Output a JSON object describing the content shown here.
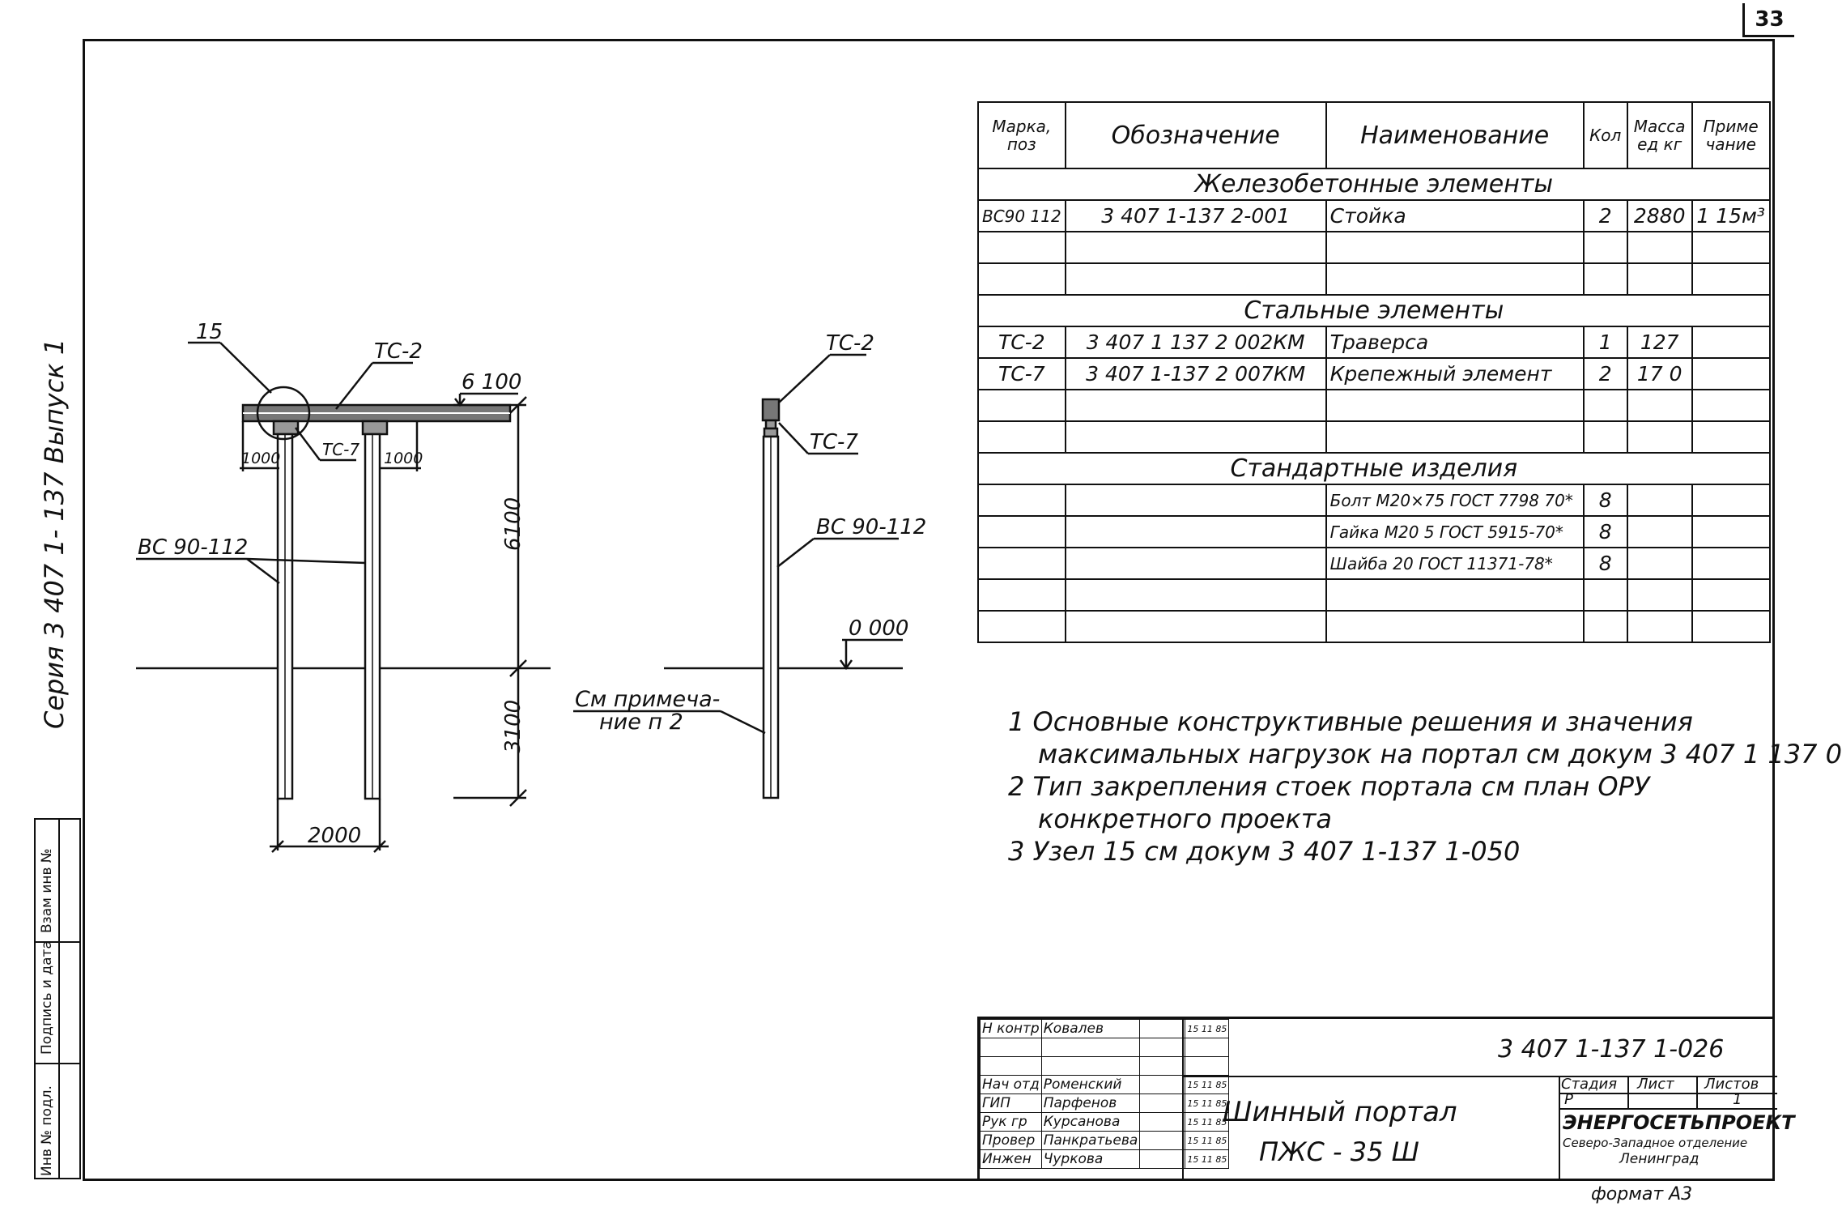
{
  "sheet": {
    "page_number": "33",
    "format": "формат А3"
  },
  "side": {
    "series": "Серия 3 407 1- 137 Выпуск 1",
    "stamp": [
      "Инв № подл.",
      "Подпись и дата",
      "Взам инв №"
    ]
  },
  "drawing": {
    "front": {
      "node": "15",
      "traverse": "ТС-2",
      "fastener": "ТС-7",
      "post": "ВС 90-112",
      "elev_top": "6 100",
      "dim_height": "6100",
      "dim_depth": "3100",
      "dim_span": "2000",
      "dim_left": "1000",
      "dim_right": "1000"
    },
    "side": {
      "traverse": "ТС-2",
      "fastener": "ТС-7",
      "post": "ВС 90-112",
      "elev_ground": "0 000",
      "note_ref_1": "См примеча-",
      "note_ref_2": "ние п 2"
    }
  },
  "table": {
    "headers": {
      "mark": "Марка, поз",
      "designation": "Обозначение",
      "name": "Наименование",
      "qty": "Кол",
      "mass": "Масса ед кг",
      "note": "Приме чание"
    },
    "sections": {
      "rc": "Железобетонные элементы",
      "steel": "Стальные элементы",
      "std": "Стандартные изделия"
    },
    "rc_rows": [
      {
        "mark": "ВС90 112",
        "designation": "3 407 1-137 2-001",
        "name": "Стойка",
        "qty": "2",
        "mass": "2880",
        "note": "1 15м³"
      }
    ],
    "steel_rows": [
      {
        "mark": "ТС-2",
        "designation": "3 407 1 137 2 002КМ",
        "name": "Траверса",
        "qty": "1",
        "mass": "127",
        "note": ""
      },
      {
        "mark": "ТС-7",
        "designation": "3 407 1-137 2 007КМ",
        "name": "Крепежный элемент",
        "qty": "2",
        "mass": "17 0",
        "note": ""
      }
    ],
    "std_rows": [
      {
        "name": "Болт М20×75 ГОСТ 7798 70*",
        "qty": "8"
      },
      {
        "name": "Гайка М20 5 ГОСТ 5915-70*",
        "qty": "8"
      },
      {
        "name": "Шайба 20 ГОСТ 11371-78*",
        "qty": "8"
      }
    ]
  },
  "notes": [
    "1  Основные конструктивные решения и значения",
    "максимальных нагрузок на портал см докум 3 407 1 137 0",
    "2  Тип закрепления стоек портала см план ОРУ",
    "конкретного проекта",
    "3  Узел 15 см докум 3 407 1-137 1-050"
  ],
  "title_block": {
    "code": "3 407 1-137 1-026",
    "title_1": "Шинный портал",
    "title_2": "ПЖС - 35 Ш",
    "stage_label": "Стадия",
    "sheet_label": "Лист",
    "sheets_label": "Листов",
    "stage": "Р",
    "sheets": "1",
    "org_1": "ЭНЕРГОСЕТЬПРОЕКТ",
    "org_2": "Северо-Западное отделение",
    "org_3": "Ленинград",
    "people": [
      {
        "role": "Н контр",
        "name": "Ковалев",
        "date": "15 11 85"
      },
      {
        "role": "Нач отд",
        "name": "Роменский",
        "date": "15 11 85"
      },
      {
        "role": "ГИП",
        "name": "Парфенов",
        "date": "15 11 85"
      },
      {
        "role": "Рук гр",
        "name": "Курсанова",
        "date": "15 11 85"
      },
      {
        "role": "Провер",
        "name": "Панкратьева",
        "date": "15 11 85"
      },
      {
        "role": "Инжен",
        "name": "Чуркова",
        "date": "15 11 85"
      }
    ]
  }
}
